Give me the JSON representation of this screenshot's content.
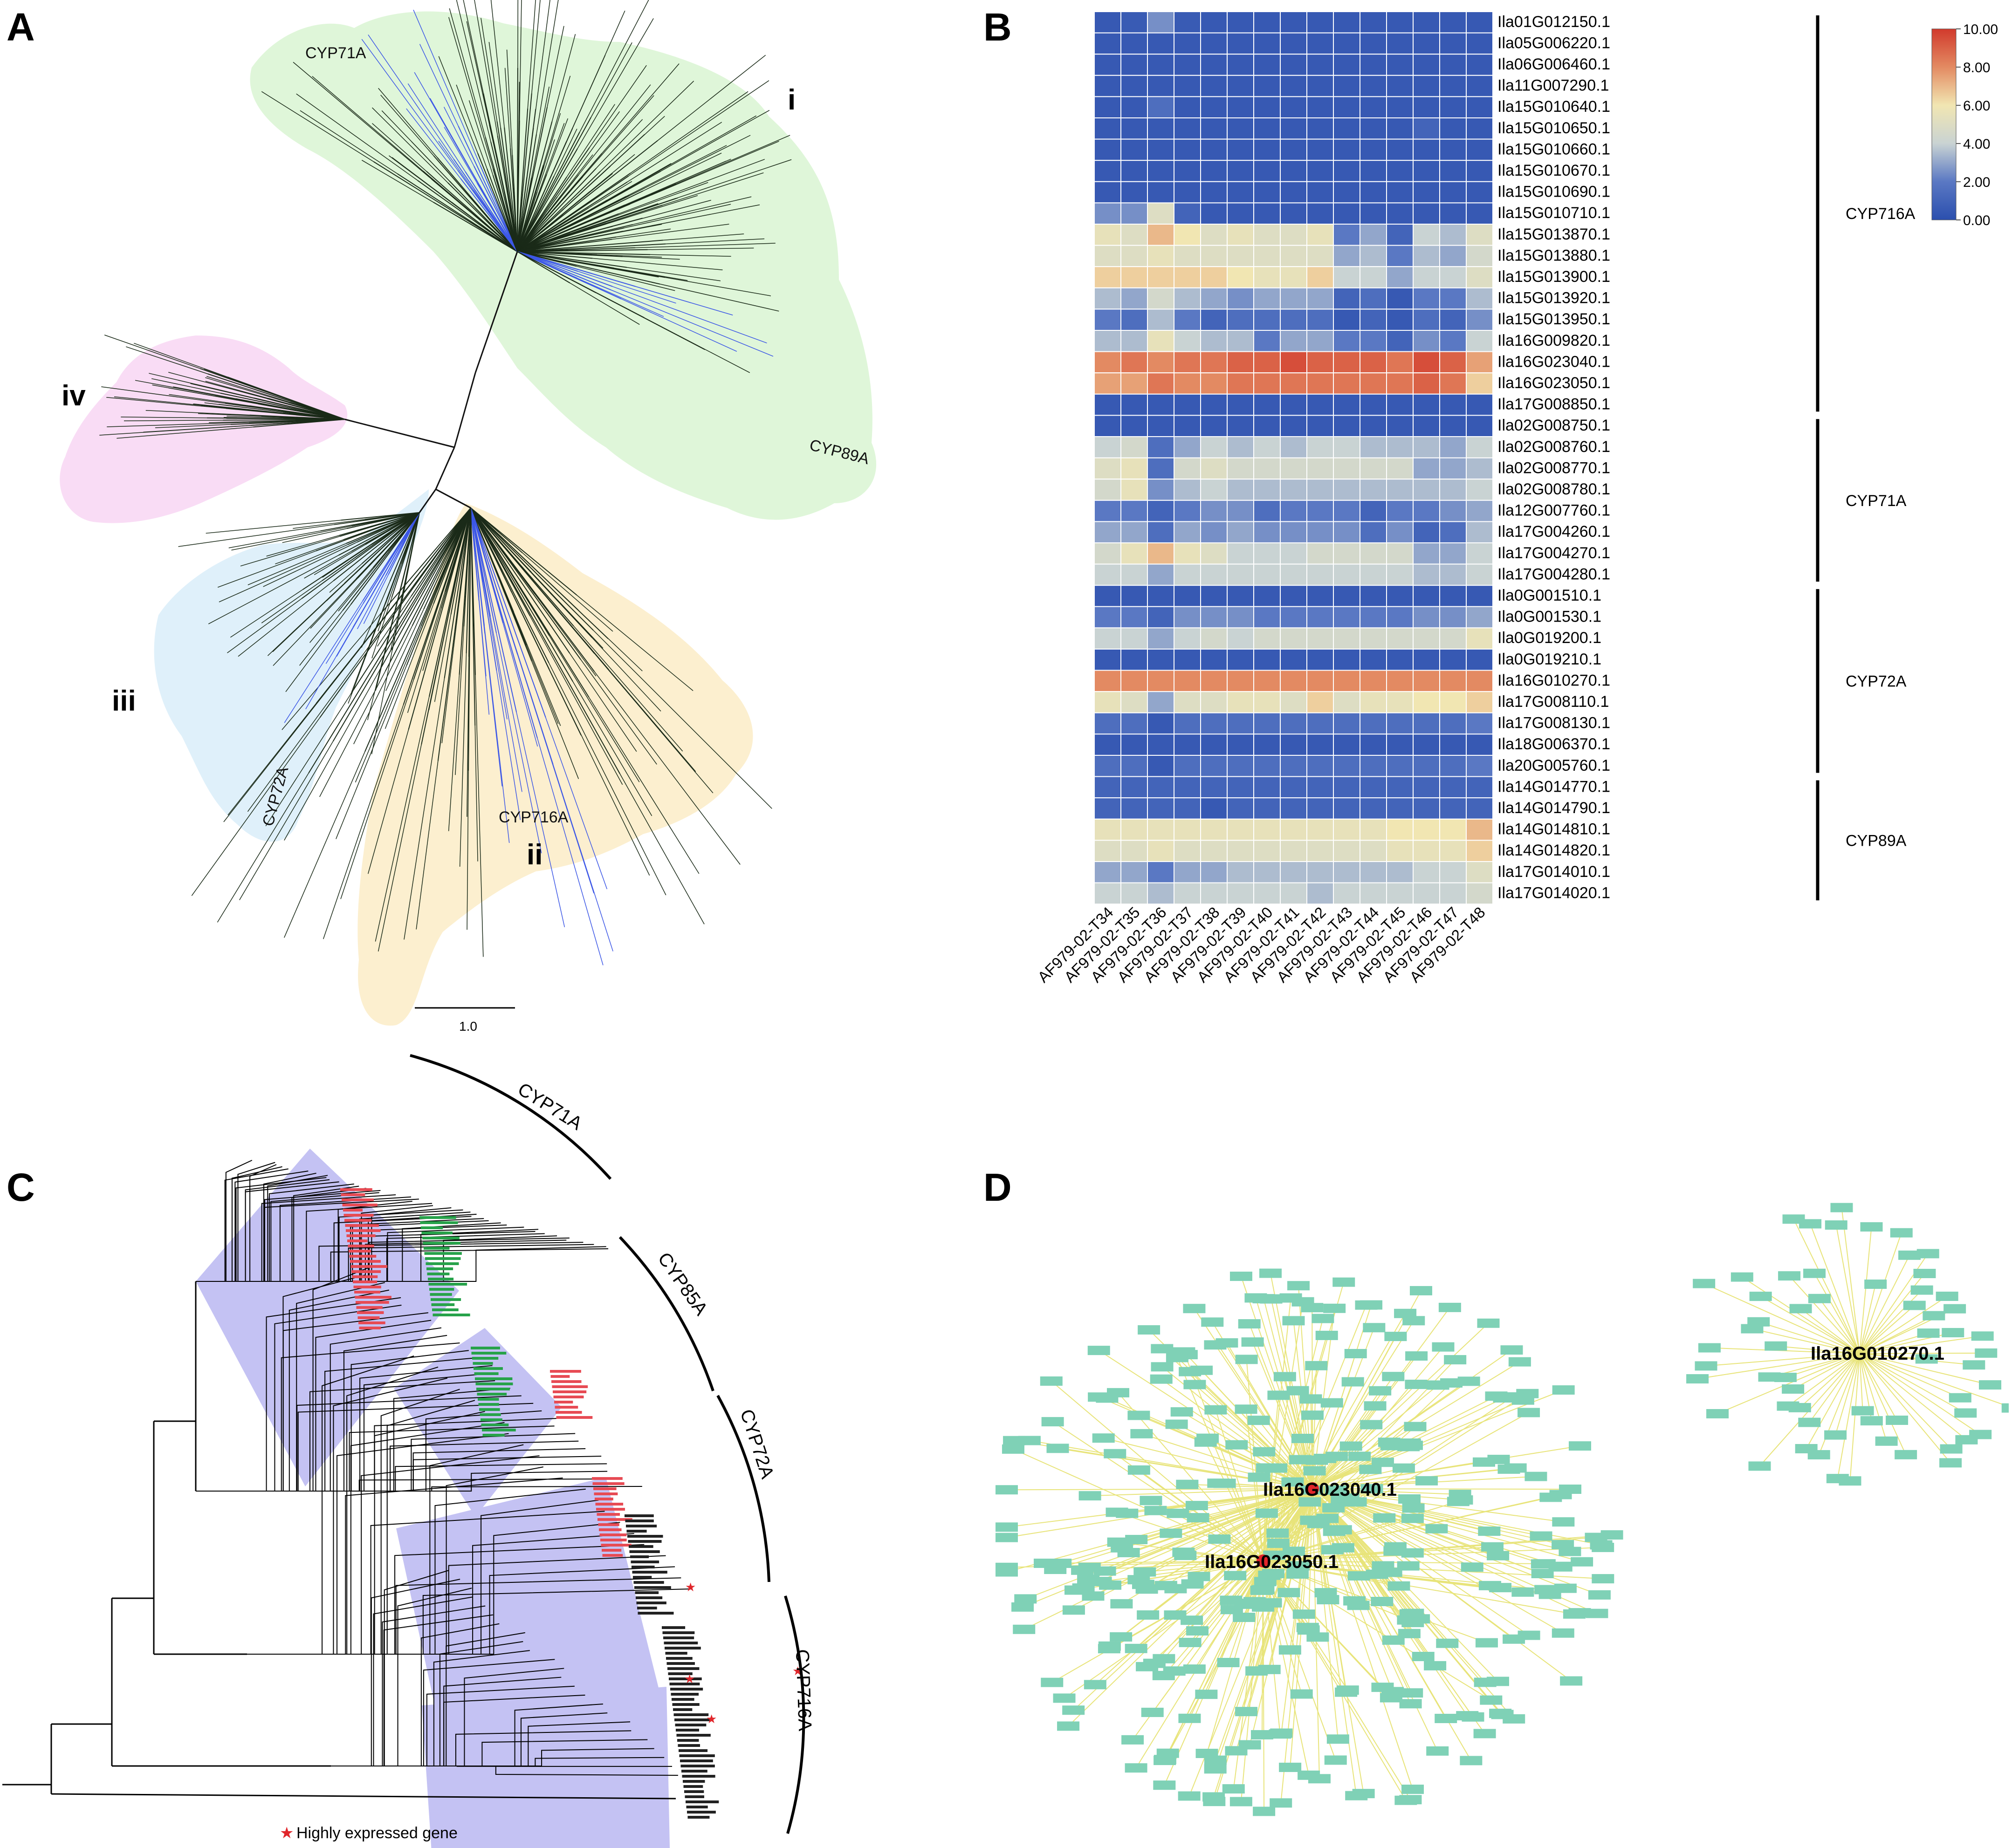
{
  "panels": {
    "A": "A",
    "B": "B",
    "C": "C",
    "D": "D"
  },
  "panel_a": {
    "clades": [
      {
        "label": "i",
        "color": "#dff6d9"
      },
      {
        "label": "ii",
        "color": "#fcefcf"
      },
      {
        "label": "iii",
        "color": "#dff0fa"
      },
      {
        "label": "iv",
        "color": "#f9dcf5"
      }
    ],
    "families": [
      "CYP71A",
      "CYP89A",
      "CYP716A",
      "CYP72A"
    ],
    "scale_bar": "1.0",
    "highlight_color": "#3c57e6"
  },
  "chart_data": {
    "type": "heatmap",
    "columns": [
      "AF979-02-T34",
      "AF979-02-T35",
      "AF979-02-T36",
      "AF979-02-T37",
      "AF979-02-T38",
      "AF979-02-T39",
      "AF979-02-T40",
      "AF979-02-T41",
      "AF979-02-T42",
      "AF979-02-T43",
      "AF979-02-T44",
      "AF979-02-T45",
      "AF979-02-T46",
      "AF979-02-T47",
      "AF979-02-T48"
    ],
    "rows": [
      "Ila01G012150.1",
      "Ila05G006220.1",
      "Ila06G006460.1",
      "Ila11G007290.1",
      "Ila15G010640.1",
      "Ila15G010650.1",
      "Ila15G010660.1",
      "Ila15G010670.1",
      "Ila15G010690.1",
      "Ila15G010710.1",
      "Ila15G013870.1",
      "Ila15G013880.1",
      "Ila15G013900.1",
      "Ila15G013920.1",
      "Ila15G013950.1",
      "Ila16G009820.1",
      "Ila16G023040.1",
      "Ila16G023050.1",
      "Ila17G008850.1",
      "Ila02G008750.1",
      "Ila02G008760.1",
      "Ila02G008770.1",
      "Ila02G008780.1",
      "Ila12G007760.1",
      "Ila17G004260.1",
      "Ila17G004270.1",
      "Ila17G004280.1",
      "Ila0G001510.1",
      "Ila0G001530.1",
      "Ila0G019200.1",
      "Ila0G019210.1",
      "Ila16G010270.1",
      "Ila17G008110.1",
      "Ila17G008130.1",
      "Ila18G006370.1",
      "Ila20G005760.1",
      "Ila14G014770.1",
      "Ila14G014790.1",
      "Ila14G014810.1",
      "Ila14G014820.1",
      "Ila17G014010.1",
      "Ila17G014020.1"
    ],
    "values": [
      [
        0.5,
        0.6,
        2.5,
        0.6,
        0.5,
        0.5,
        0.5,
        0.5,
        0.5,
        0.5,
        0.5,
        0.5,
        0.5,
        0.5,
        0.5
      ],
      [
        0.5,
        0.5,
        0.5,
        0.5,
        0.5,
        0.5,
        0.5,
        0.5,
        0.5,
        0.5,
        0.5,
        0.5,
        0.5,
        0.5,
        0.5
      ],
      [
        0.5,
        0.5,
        0.5,
        0.5,
        0.5,
        0.5,
        0.5,
        0.5,
        0.5,
        0.5,
        0.5,
        0.5,
        0.5,
        0.5,
        0.5
      ],
      [
        0.5,
        0.5,
        0.5,
        0.5,
        0.5,
        0.5,
        0.5,
        0.5,
        0.5,
        0.5,
        0.5,
        0.5,
        0.5,
        0.5,
        0.5
      ],
      [
        0.5,
        0.5,
        1.5,
        0.5,
        0.5,
        0.5,
        0.5,
        0.5,
        0.5,
        0.5,
        0.5,
        0.5,
        0.5,
        0.5,
        0.5
      ],
      [
        0.5,
        0.5,
        0.5,
        0.5,
        0.5,
        0.5,
        0.5,
        0.5,
        0.5,
        0.5,
        0.5,
        0.5,
        1.0,
        0.5,
        0.5
      ],
      [
        0.5,
        0.5,
        0.5,
        0.5,
        0.5,
        0.5,
        0.5,
        0.5,
        0.5,
        0.5,
        0.5,
        0.5,
        0.5,
        0.5,
        0.5
      ],
      [
        0.5,
        0.5,
        0.5,
        0.5,
        0.5,
        0.5,
        0.5,
        0.5,
        0.5,
        0.5,
        0.5,
        0.5,
        0.5,
        0.5,
        0.5
      ],
      [
        0.5,
        0.5,
        0.5,
        0.5,
        0.5,
        0.5,
        0.5,
        0.5,
        0.5,
        0.5,
        0.5,
        0.5,
        0.5,
        0.5,
        0.5
      ],
      [
        2.5,
        2.5,
        5.0,
        1.0,
        0.5,
        0.5,
        0.5,
        0.5,
        0.5,
        0.5,
        0.5,
        0.5,
        0.5,
        0.5,
        0.5
      ],
      [
        5.5,
        5.0,
        7.0,
        6.0,
        5.0,
        5.5,
        5.0,
        5.0,
        5.5,
        2.0,
        3.0,
        1.0,
        4.0,
        3.5,
        5.0
      ],
      [
        5.0,
        5.0,
        5.5,
        5.0,
        5.0,
        5.0,
        5.0,
        5.0,
        5.0,
        3.0,
        3.5,
        2.0,
        3.5,
        3.0,
        4.5
      ],
      [
        6.5,
        6.5,
        6.5,
        6.5,
        6.5,
        6.0,
        5.5,
        5.5,
        6.5,
        4.0,
        4.0,
        3.0,
        4.0,
        4.0,
        5.0
      ],
      [
        3.5,
        3.0,
        4.5,
        3.5,
        3.0,
        2.5,
        3.0,
        3.0,
        3.0,
        1.0,
        1.5,
        0.5,
        2.0,
        2.0,
        3.5
      ],
      [
        2.0,
        1.5,
        3.5,
        2.0,
        1.0,
        1.5,
        1.5,
        1.5,
        1.5,
        0.5,
        1.0,
        0.5,
        1.5,
        1.0,
        2.5
      ],
      [
        3.5,
        3.5,
        5.5,
        4.0,
        3.5,
        3.5,
        2.0,
        3.0,
        3.0,
        2.0,
        2.0,
        1.0,
        2.5,
        2.0,
        4.0
      ],
      [
        8.0,
        8.5,
        8.0,
        8.5,
        8.5,
        9.0,
        9.0,
        9.5,
        9.0,
        9.0,
        9.0,
        8.5,
        9.5,
        9.0,
        7.5
      ],
      [
        7.5,
        7.5,
        8.5,
        8.0,
        8.0,
        8.5,
        8.5,
        8.5,
        8.5,
        8.5,
        8.5,
        8.5,
        9.0,
        8.5,
        6.5
      ],
      [
        0.5,
        0.5,
        0.5,
        0.5,
        0.5,
        0.5,
        0.5,
        0.5,
        0.5,
        0.5,
        0.5,
        0.5,
        0.5,
        0.5,
        0.5
      ],
      [
        0.5,
        0.5,
        0.5,
        0.5,
        0.5,
        0.5,
        0.5,
        0.5,
        0.5,
        0.5,
        0.5,
        0.5,
        0.5,
        0.5,
        0.5
      ],
      [
        4.0,
        4.5,
        1.5,
        3.0,
        4.0,
        3.5,
        4.0,
        3.5,
        4.0,
        4.0,
        3.5,
        3.5,
        3.5,
        3.0,
        4.0
      ],
      [
        5.0,
        5.5,
        1.5,
        4.5,
        5.0,
        4.5,
        4.5,
        4.5,
        4.5,
        4.5,
        4.5,
        4.5,
        3.0,
        3.0,
        3.5
      ],
      [
        4.5,
        5.5,
        2.5,
        3.5,
        4.0,
        3.5,
        3.5,
        3.5,
        3.5,
        3.5,
        3.5,
        3.5,
        3.5,
        3.5,
        4.0
      ],
      [
        2.0,
        2.0,
        1.0,
        2.0,
        2.5,
        2.5,
        1.5,
        2.0,
        2.0,
        2.0,
        1.0,
        2.0,
        2.0,
        2.5,
        3.0
      ],
      [
        3.0,
        3.0,
        1.5,
        3.0,
        2.5,
        3.0,
        2.5,
        2.5,
        2.5,
        2.5,
        1.5,
        2.5,
        1.0,
        1.5,
        3.5
      ],
      [
        4.5,
        5.5,
        7.0,
        5.5,
        5.0,
        4.0,
        4.0,
        4.0,
        4.5,
        4.5,
        4.5,
        4.5,
        3.0,
        3.0,
        4.0
      ],
      [
        4.0,
        4.0,
        3.0,
        4.0,
        4.0,
        4.0,
        4.0,
        4.0,
        4.0,
        4.0,
        4.0,
        4.0,
        3.5,
        3.5,
        4.0
      ],
      [
        0.5,
        0.5,
        0.5,
        0.5,
        0.5,
        0.5,
        0.5,
        0.5,
        0.5,
        0.5,
        0.5,
        0.5,
        0.5,
        0.5,
        0.5
      ],
      [
        2.0,
        2.0,
        1.0,
        2.5,
        2.5,
        2.5,
        2.0,
        2.0,
        2.0,
        2.0,
        2.0,
        2.0,
        2.5,
        2.5,
        3.0
      ],
      [
        4.0,
        4.0,
        3.0,
        4.0,
        4.5,
        4.0,
        4.5,
        4.5,
        4.5,
        4.5,
        4.5,
        4.5,
        4.5,
        4.5,
        5.5
      ],
      [
        0.5,
        0.5,
        0.5,
        0.5,
        0.5,
        0.5,
        0.5,
        0.5,
        0.5,
        0.5,
        0.5,
        0.5,
        0.5,
        0.5,
        0.5
      ],
      [
        8.0,
        8.0,
        8.0,
        8.0,
        8.0,
        8.0,
        8.0,
        8.0,
        8.0,
        8.0,
        8.0,
        8.0,
        8.0,
        8.0,
        8.0
      ],
      [
        5.5,
        5.0,
        3.0,
        5.0,
        5.0,
        5.5,
        5.5,
        5.0,
        6.5,
        5.0,
        5.5,
        5.5,
        6.0,
        6.0,
        6.5
      ],
      [
        1.5,
        1.5,
        0.5,
        1.5,
        1.5,
        1.5,
        1.5,
        1.5,
        1.5,
        1.5,
        1.5,
        1.5,
        1.5,
        1.5,
        2.0
      ],
      [
        0.5,
        0.5,
        0.5,
        0.5,
        0.5,
        0.5,
        0.5,
        0.5,
        0.5,
        0.5,
        0.5,
        0.5,
        0.5,
        0.5,
        0.5
      ],
      [
        1.5,
        1.5,
        0.5,
        1.5,
        1.5,
        1.5,
        1.5,
        1.5,
        1.5,
        1.5,
        1.5,
        1.5,
        1.5,
        1.5,
        2.0
      ],
      [
        1.0,
        1.0,
        1.0,
        1.0,
        1.0,
        1.0,
        1.0,
        1.0,
        1.0,
        1.0,
        1.0,
        1.0,
        1.0,
        1.0,
        1.0
      ],
      [
        1.0,
        1.0,
        1.0,
        1.0,
        0.5,
        1.0,
        1.0,
        1.0,
        1.0,
        1.0,
        1.0,
        1.0,
        1.0,
        1.0,
        1.0
      ],
      [
        5.5,
        5.5,
        5.5,
        5.5,
        5.5,
        5.5,
        5.5,
        5.5,
        5.5,
        5.5,
        5.5,
        6.0,
        6.0,
        6.0,
        7.0
      ],
      [
        5.0,
        5.0,
        5.5,
        5.0,
        5.0,
        5.0,
        5.0,
        5.0,
        5.0,
        5.0,
        5.0,
        5.5,
        5.5,
        5.5,
        6.5
      ],
      [
        3.0,
        3.0,
        2.0,
        3.0,
        3.0,
        3.5,
        3.5,
        3.5,
        3.5,
        3.5,
        3.5,
        3.5,
        4.0,
        4.0,
        5.0
      ],
      [
        4.0,
        4.0,
        3.5,
        4.0,
        4.0,
        4.0,
        4.0,
        4.0,
        3.5,
        4.0,
        4.0,
        4.0,
        4.0,
        4.0,
        4.5
      ]
    ],
    "groups": [
      {
        "name": "CYP716A",
        "rows": [
          0,
          18
        ]
      },
      {
        "name": "CYP71A",
        "rows": [
          19,
          26
        ]
      },
      {
        "name": "CYP72A",
        "rows": [
          27,
          35
        ]
      },
      {
        "name": "CYP89A",
        "rows": [
          36,
          41
        ]
      }
    ],
    "colorbar": {
      "range": [
        0,
        10
      ],
      "ticks": [
        "0.00",
        "2.00",
        "4.00",
        "6.00",
        "8.00",
        "10.00"
      ],
      "colors": [
        "#2b4fae",
        "#5a78c3",
        "#c9d3d3",
        "#f1e6b2",
        "#e38a62",
        "#d13a2c"
      ]
    }
  },
  "panel_c": {
    "families": [
      "CYP71A",
      "CYP85A",
      "CYP72A",
      "CYP716A"
    ],
    "shade_color": "#c4c2f3",
    "legend": "Highly expressed gene",
    "star_color": "#e0262b",
    "ref_color": "#e74b54",
    "trinity_color": "#27a24a"
  },
  "panel_d": {
    "hub1": "Ila16G023040.1",
    "hub2": "Ila16G023050.1",
    "hub3": "Ila16G010270.1",
    "node_color": "#7fd1b6",
    "edge_color": "#e8e47a"
  }
}
